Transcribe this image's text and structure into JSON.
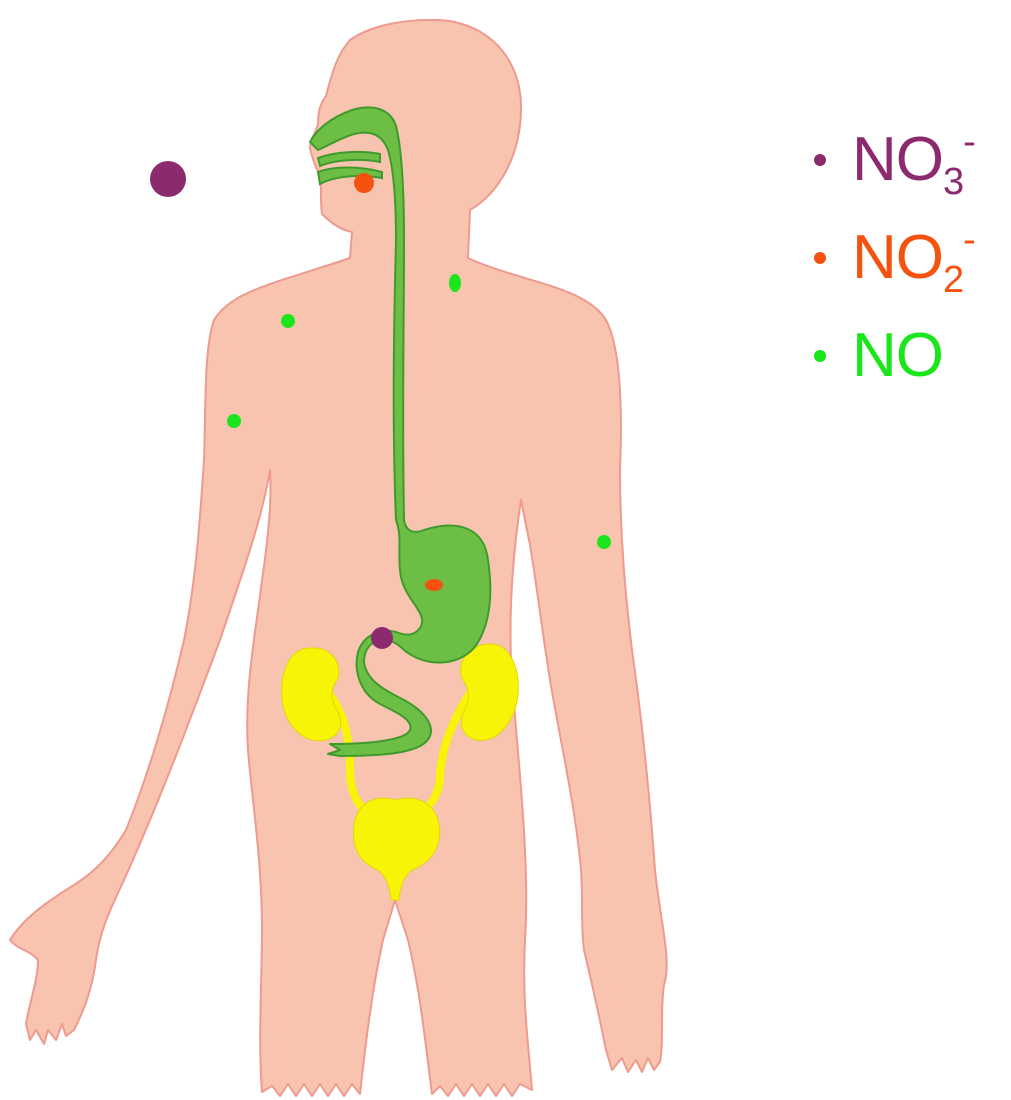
{
  "colors": {
    "skin": "#f8c4b0",
    "skin_outline": "#ee9a8e",
    "digestive": "#6dbe45",
    "digestive_outline": "#3f9a2c",
    "urinary": "#f8f407",
    "urinary_outline": "#e3d800",
    "nitrate": "#8b2a6e",
    "nitrite": "#f5520f",
    "nitric_oxide": "#1be61b"
  },
  "legend": [
    {
      "species": "nitrate",
      "base": "NO",
      "sub": "3",
      "sup": "-",
      "color": "#8b2a6e",
      "bullet_icon": "nitrate-bullet-icon"
    },
    {
      "species": "nitrite",
      "base": "NO",
      "sub": "2",
      "sup": "-",
      "color": "#f5520f",
      "bullet_icon": "nitrite-bullet-icon"
    },
    {
      "species": "nitric_oxide",
      "base": "NO",
      "sub": "",
      "sup": "",
      "color": "#1be61b",
      "bullet_icon": "nitric-oxide-bullet-icon"
    }
  ],
  "markers": [
    {
      "name": "nitrate-intake-dot",
      "species": "nitrate"
    },
    {
      "name": "nitrite-mouth-dot",
      "species": "nitrite"
    },
    {
      "name": "nitrite-stomach-dot",
      "species": "nitrite"
    },
    {
      "name": "nitrate-intestine-dot",
      "species": "nitrate"
    },
    {
      "name": "no-neck-dot",
      "species": "nitric_oxide"
    },
    {
      "name": "no-shoulder-dot",
      "species": "nitric_oxide"
    },
    {
      "name": "no-upper-arm-dot",
      "species": "nitric_oxide"
    },
    {
      "name": "no-left-arm-dot",
      "species": "nitric_oxide"
    }
  ]
}
